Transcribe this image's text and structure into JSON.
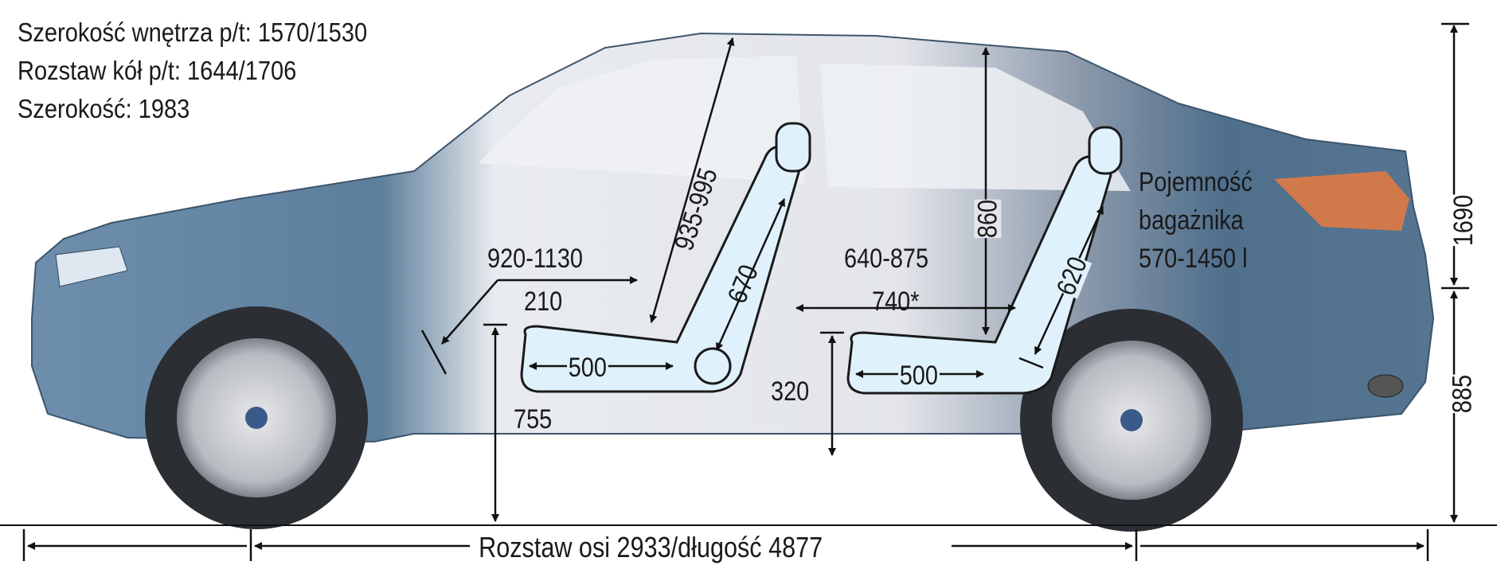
{
  "specs": {
    "interior_width": "Szerokość wnętrza p/t: 1570/1530",
    "track": "Rozstaw kół p/t: 1644/1706",
    "width": "Szerokość: 1983"
  },
  "dimensions": {
    "front_legroom": "920-1130",
    "front_seat_offset": "210",
    "front_headroom": "935-995",
    "front_backrest": "670",
    "front_cushion": "500",
    "front_seat_height": "755",
    "rear_legroom": "640-875",
    "rear_legroom_typical": "740*",
    "rear_headroom": "860",
    "rear_backrest": "620",
    "rear_cushion": "500",
    "rear_seat_height": "320",
    "height": "1690",
    "rear_height": "885",
    "wheelbase_length": "Rozstaw osi 2933/długość 4877"
  },
  "trunk": {
    "line1": "Pojemność",
    "line2": "bagażnika",
    "line3": "570-1450 l"
  },
  "colors": {
    "car_body": "#5b7a96",
    "seat_fill": "#dff2fb",
    "arrow": "#111111"
  }
}
